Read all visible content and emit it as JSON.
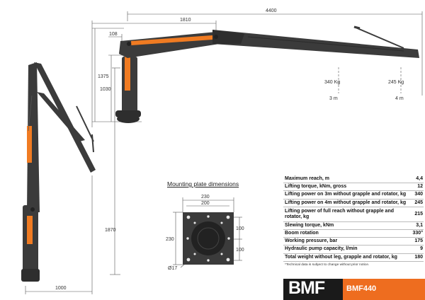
{
  "dimensions": {
    "reach_total": "4400",
    "reach_mid": "1810",
    "offset_top": "108",
    "height_outer": "1375",
    "height_inner": "1030",
    "height_folded": "1870",
    "base_width": "1000",
    "load_3m": "340 Kg",
    "load_4m": "245 Kg",
    "dist_3m": "3 m",
    "dist_4m": "4 m"
  },
  "mounting_plate": {
    "title": "Mounting plate dimensions",
    "outer_width": "230",
    "inner_width": "200",
    "outer_height": "230",
    "right_upper": "100",
    "right_lower": "100",
    "hole": "Ø17"
  },
  "specs": [
    {
      "label": "Maximum reach, m",
      "value": "4,4"
    },
    {
      "label": "Lifting torque, kNm, gross",
      "value": "12"
    },
    {
      "label": "Lifting power on 3m without grapple and rotator, kg",
      "value": "340"
    },
    {
      "label": "Lifting power on 4m without grapple and rotator, kg",
      "value": "245"
    },
    {
      "label": "Lifting power of full reach without grapple and rotator, kg",
      "value": "215"
    },
    {
      "label": "Slewing torque, kNm",
      "value": "3,1"
    },
    {
      "label": "Boom rotation",
      "value": "330°"
    },
    {
      "label": "Working pressure, bar",
      "value": "175"
    },
    {
      "label": "Hydraulic pump capacity, l/min",
      "value": "9"
    },
    {
      "label": "Total weight without leg, grapple and rotator, kg",
      "value": "180"
    }
  ],
  "note": "*Technical data is subject to change without prior notice.",
  "brand": {
    "logo": "BMF",
    "model": "BMF440",
    "accent": "#ee6d1f",
    "dark": "#1a1a1a",
    "boom_color": "#3b3b3b",
    "cylinder_color": "#f07b22"
  }
}
